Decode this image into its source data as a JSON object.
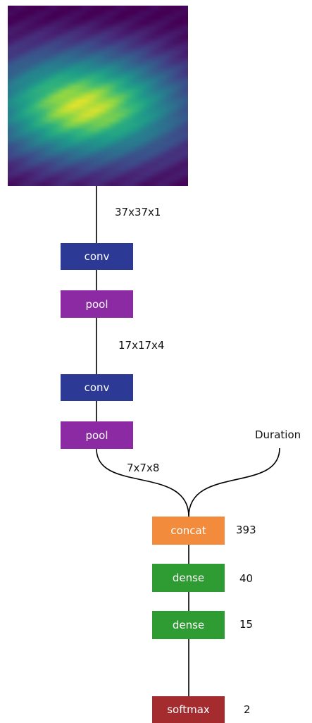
{
  "colors": {
    "conv": "#2c3a96",
    "pool": "#8c2aa3",
    "concat": "#f28c3c",
    "dense": "#2e9b33",
    "softmax": "#a42b2e",
    "line": "#000000"
  },
  "heatmap": {
    "type": "heatmap",
    "colormap": "viridis",
    "rows": 37,
    "cols": 37
  },
  "layers": {
    "conv1": "conv",
    "pool1": "pool",
    "conv2": "conv",
    "pool2": "pool",
    "concat": "concat",
    "dense1": "dense",
    "dense2": "dense",
    "softmax": "softmax"
  },
  "shapes": {
    "input": "37x37x1",
    "after_pool1": "17x17x4",
    "after_pool2": "7x7x8"
  },
  "duration_label": "Duration",
  "sizes": {
    "concat": "393",
    "dense1": "40",
    "dense2": "15",
    "softmax": "2"
  }
}
